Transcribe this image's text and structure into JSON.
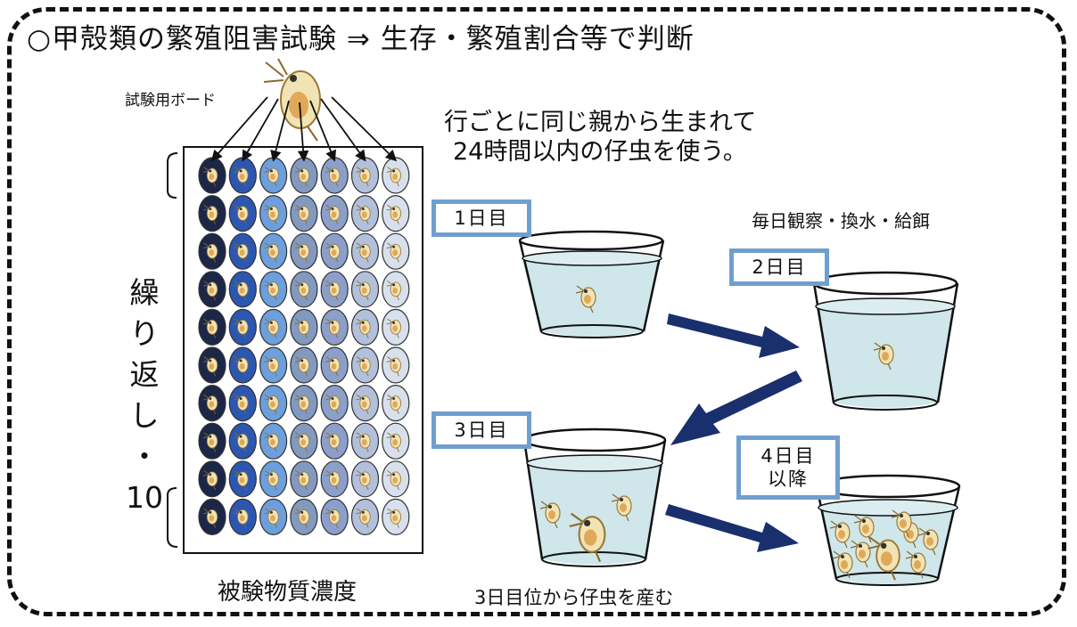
{
  "title": "○甲殻類の繁殖阻害試験 ⇒ 生存・繁殖割合等で判断",
  "board_label": "試験用ボード",
  "note_line1": "行ごとに同じ親から生まれて",
  "note_line2": "24時間以内の仔虫を使う。",
  "replicate_label": [
    "繰",
    "り",
    "返",
    "し",
    "・",
    "10"
  ],
  "concentration_label": "被験物質濃度",
  "daily_label": "毎日観察・換水・給餌",
  "days": [
    {
      "line1": "1日目",
      "line2": ""
    },
    {
      "line1": "2日目",
      "line2": ""
    },
    {
      "line1": "3日目",
      "line2": ""
    },
    {
      "line1": "4日目",
      "line2": "以降"
    }
  ],
  "birth_note": "3日目位から仔虫を産む",
  "colors": {
    "dashed_border": "#111111",
    "arrow": "#1a2f6e",
    "day_box_border": "#6f9fcf",
    "water": "#cfe6ea",
    "column_colors": [
      "#1c2748",
      "#2c57b0",
      "#6d9fdc",
      "#8299c0",
      "#8b9fca",
      "#b2c0dc",
      "#d8e0ee"
    ]
  },
  "plate": {
    "rows": 10,
    "columns": 7
  }
}
